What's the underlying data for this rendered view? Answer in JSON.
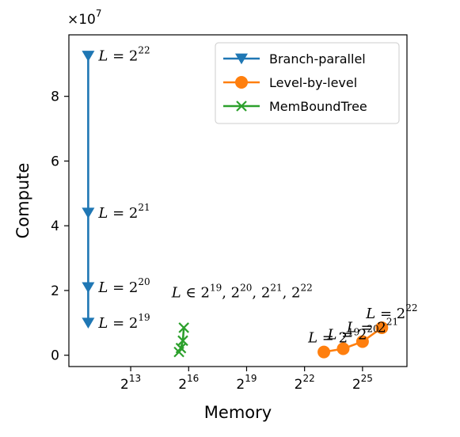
{
  "chart_data": {
    "type": "line",
    "xlabel": "Memory",
    "ylabel": "Compute",
    "y_scale_factor_label": "×10",
    "y_scale_factor_exp": "7",
    "x_scale": "log2",
    "xlim_log2": [
      9.8,
      27.3
    ],
    "ylim": [
      -3500000.0,
      99000000.0
    ],
    "x_ticks": [
      {
        "base": "2",
        "exp": "13",
        "log2": 13
      },
      {
        "base": "2",
        "exp": "16",
        "log2": 16
      },
      {
        "base": "2",
        "exp": "19",
        "log2": 19
      },
      {
        "base": "2",
        "exp": "22",
        "log2": 22
      },
      {
        "base": "2",
        "exp": "25",
        "log2": 25
      }
    ],
    "y_ticks": [
      {
        "label": "0",
        "value": 0
      },
      {
        "label": "2",
        "value": 20000000.0
      },
      {
        "label": "4",
        "value": 40000000.0
      },
      {
        "label": "6",
        "value": 60000000.0
      },
      {
        "label": "8",
        "value": 80000000.0
      }
    ],
    "legend_position": "upper-right",
    "grid": false,
    "series": [
      {
        "name": "Branch-parallel",
        "color": "#1f77b4",
        "marker": "triangle-down",
        "x_log2": [
          10.8,
          10.8,
          10.8,
          10.8
        ],
        "y": [
          10000000.0,
          21000000.0,
          44000000.0,
          92500000.0
        ]
      },
      {
        "name": "Level-by-level",
        "color": "#ff7f0e",
        "marker": "circle",
        "x_log2": [
          23.0,
          24.0,
          25.0,
          26.0
        ],
        "y": [
          1000000.0,
          2000000.0,
          4200000.0,
          8500000.0
        ]
      },
      {
        "name": "MemBoundTree",
        "color": "#2ca02c",
        "marker": "x",
        "x_log2": [
          15.5,
          15.6,
          15.7,
          15.75
        ],
        "y": [
          1000000.0,
          2200000.0,
          4500000.0,
          8500000.0
        ]
      }
    ],
    "annotations": [
      {
        "prefix": "L = ",
        "base": "2",
        "exp": "19",
        "x_log2": 10.8,
        "y": 10000000.0,
        "align": "right-of"
      },
      {
        "prefix": "L = ",
        "base": "2",
        "exp": "20",
        "x_log2": 10.8,
        "y": 21000000.0,
        "align": "right-of"
      },
      {
        "prefix": "L = ",
        "base": "2",
        "exp": "21",
        "x_log2": 10.8,
        "y": 44000000.0,
        "align": "right-of"
      },
      {
        "prefix": "L = ",
        "base": "2",
        "exp": "22",
        "x_log2": 10.8,
        "y": 92500000.0,
        "align": "right-of"
      },
      {
        "text_parts": [
          {
            "t": "L",
            "sup": false
          },
          {
            "t": " ∈ 2",
            "sup": false
          },
          {
            "t": "19",
            "sup": true
          },
          {
            "t": ", 2",
            "sup": false
          },
          {
            "t": "20",
            "sup": true
          },
          {
            "t": ", 2",
            "sup": false
          },
          {
            "t": "21",
            "sup": true
          },
          {
            "t": ", 2",
            "sup": false
          },
          {
            "t": "22",
            "sup": true
          }
        ],
        "x_log2": 15.2,
        "y": 14500000.0,
        "align": "above"
      },
      {
        "prefix": "L = ",
        "base": "2",
        "exp": "19",
        "x_log2": 23.0,
        "y": 1000000.0,
        "align": "above"
      },
      {
        "prefix": "L = ",
        "base": "2",
        "exp": "20",
        "x_log2": 24.0,
        "y": 2000000.0,
        "align": "above"
      },
      {
        "prefix": "L = ",
        "base": "2",
        "exp": "21",
        "x_log2": 25.0,
        "y": 4200000.0,
        "align": "above"
      },
      {
        "prefix": "L = ",
        "base": "2",
        "exp": "22",
        "x_log2": 26.0,
        "y": 8500000.0,
        "align": "above"
      }
    ]
  }
}
